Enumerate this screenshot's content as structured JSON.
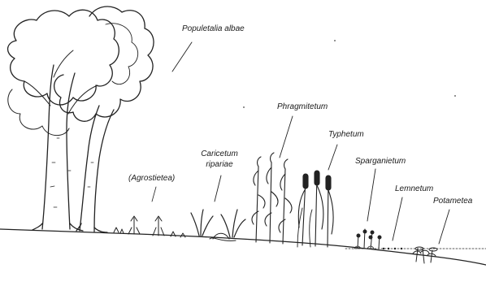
{
  "diagram": {
    "labels": {
      "populetalia": "Populetalia albae",
      "agrostietea": "(Agrostietea)",
      "caricetum_1": "Caricetum",
      "caricetum_2": "ripariae",
      "phragmitetum": "Phragmitetum",
      "typhetum": "Typhetum",
      "sparganietum": "Sparganietum",
      "lemnetum": "Lemnetum",
      "potametea": "Potametea"
    }
  }
}
